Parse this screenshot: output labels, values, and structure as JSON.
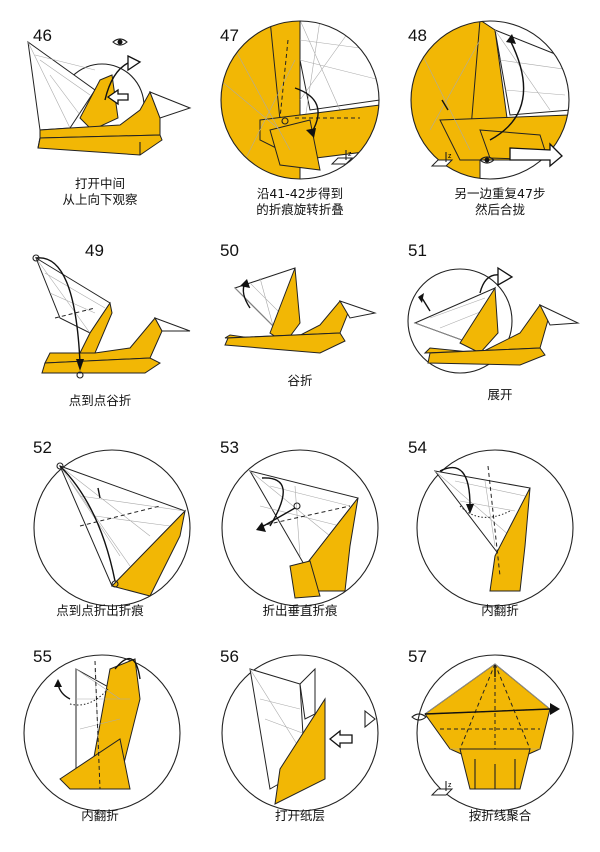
{
  "steps": [
    {
      "number": "46",
      "caption": [
        "打开中间",
        "从上向下观察"
      ]
    },
    {
      "number": "47",
      "caption": [
        "沿41-42步得到",
        "的折痕旋转折叠"
      ]
    },
    {
      "number": "48",
      "caption": [
        "另一边重复47步",
        "然后合拢"
      ]
    },
    {
      "number": "49",
      "caption": [
        "点到点谷折"
      ]
    },
    {
      "number": "50",
      "caption": [
        "谷折"
      ]
    },
    {
      "number": "51",
      "caption": [
        "展开"
      ]
    },
    {
      "number": "52",
      "caption": [
        "点到点折出折痕"
      ]
    },
    {
      "number": "53",
      "caption": [
        "折出垂直折痕"
      ]
    },
    {
      "number": "54",
      "caption": [
        "内翻折"
      ]
    },
    {
      "number": "55",
      "caption": [
        "内翻折"
      ]
    },
    {
      "number": "56",
      "caption": [
        "打开纸层"
      ]
    },
    {
      "number": "57",
      "caption": [
        "按折线聚合"
      ]
    }
  ],
  "colors": {
    "paper": "#f2b705",
    "outline": "#222222",
    "background": "#ffffff"
  },
  "icons": [
    "eye-icon",
    "hollow-arrow-icon",
    "fold-arrow-icon",
    "axis-z-icon"
  ]
}
